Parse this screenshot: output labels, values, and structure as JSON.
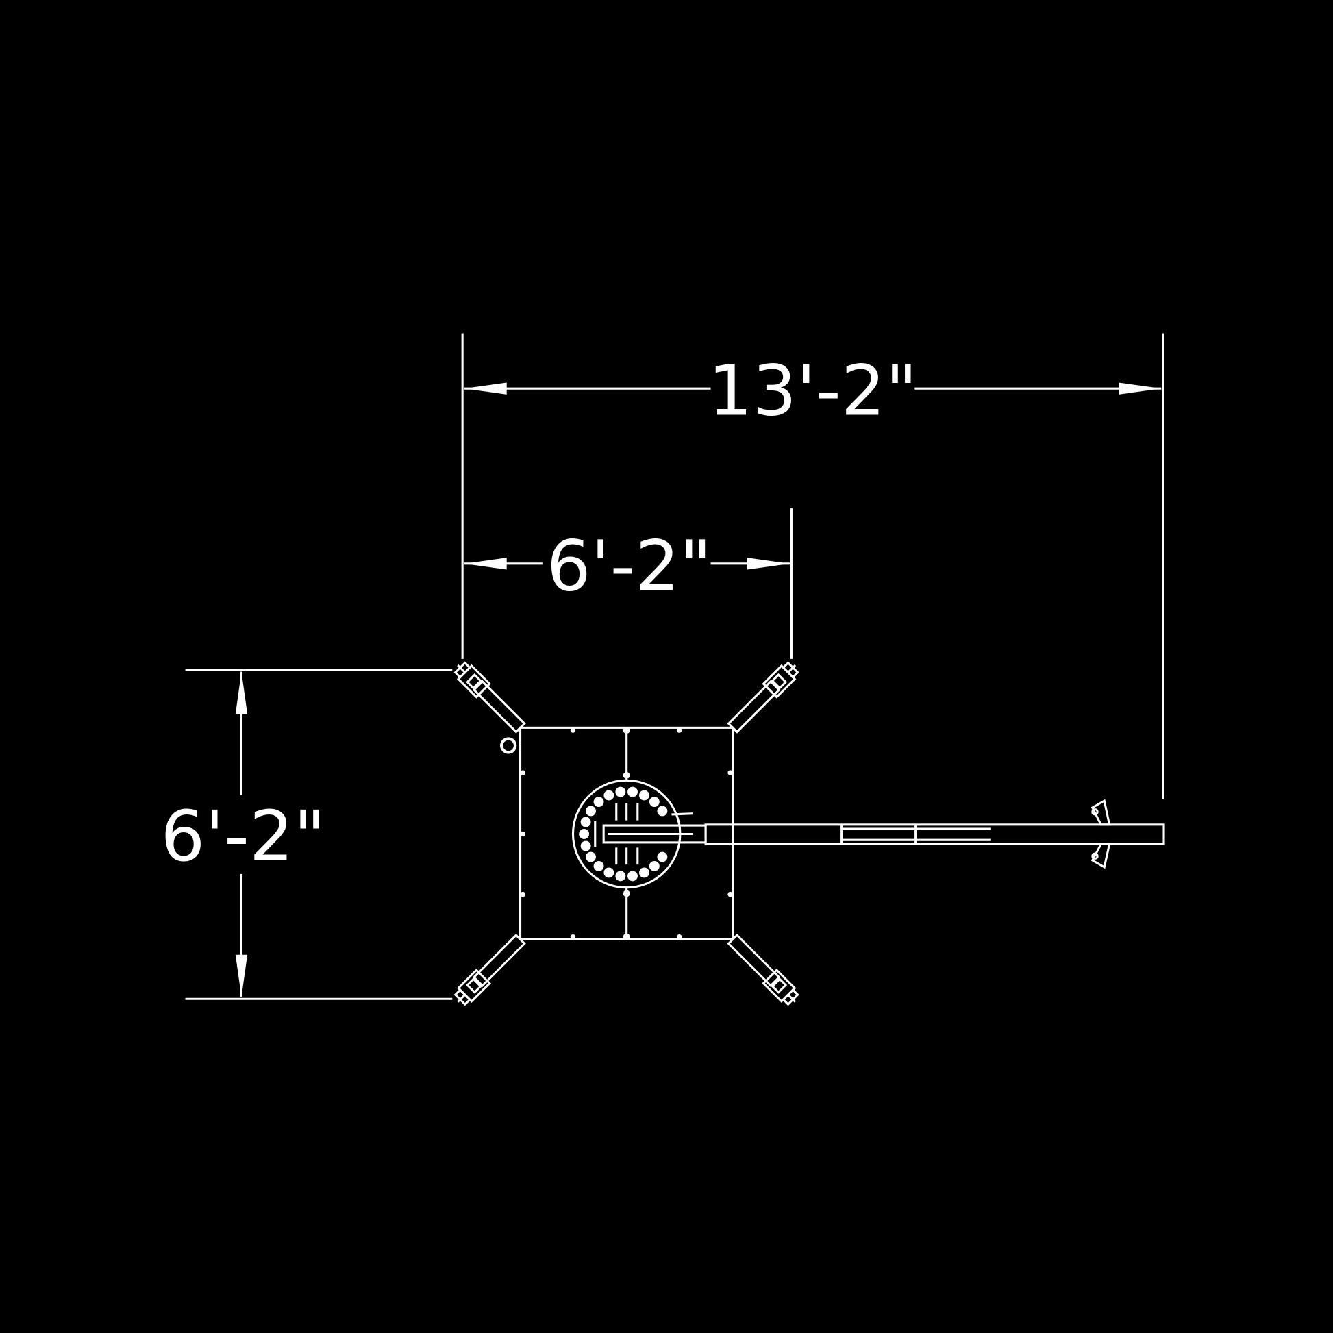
{
  "drawing": {
    "background_color": "#000000",
    "line_color": "#ffffff",
    "dimensions": {
      "overall_length": "13'-2\"",
      "outrigger_width": "6'-2\"",
      "outrigger_depth": "6'-2\""
    }
  }
}
